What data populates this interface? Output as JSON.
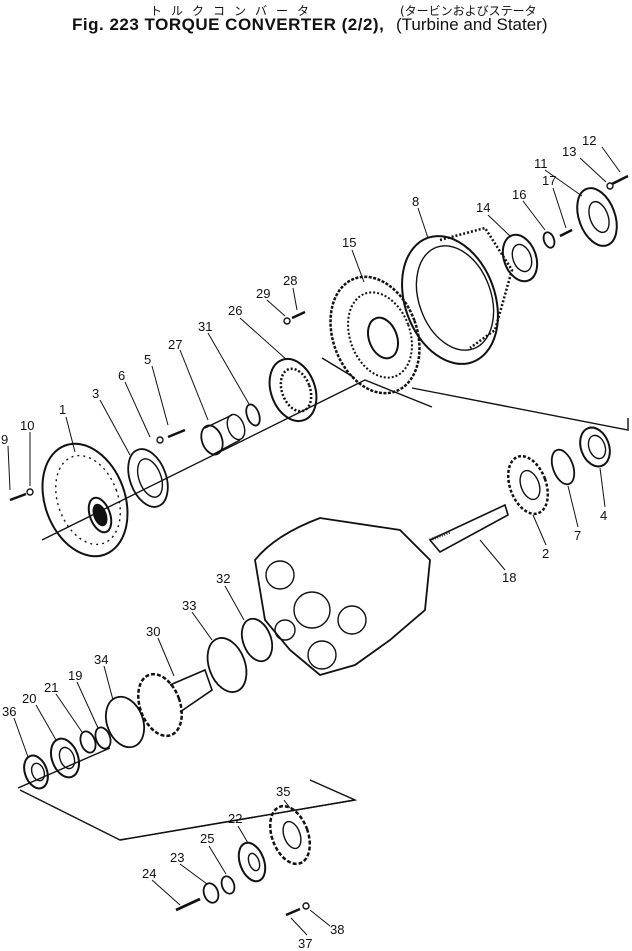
{
  "title": {
    "kana": "トルクコンバータ",
    "main": "Fig. 223 TORQUE CONVERTER (2/2),",
    "paren_kana": "(タービンおよびステータ",
    "paren_en": "(Turbine and Stater)"
  },
  "part_labels": [
    "1",
    "2",
    "3",
    "4",
    "5",
    "6",
    "7",
    "8",
    "9",
    "10",
    "11",
    "12",
    "13",
    "14",
    "15",
    "16",
    "17",
    "18",
    "19",
    "20",
    "21",
    "22",
    "23",
    "24",
    "25",
    "26",
    "27",
    "28",
    "29",
    "30",
    "31",
    "32",
    "33",
    "34",
    "35",
    "36",
    "37",
    "38"
  ]
}
